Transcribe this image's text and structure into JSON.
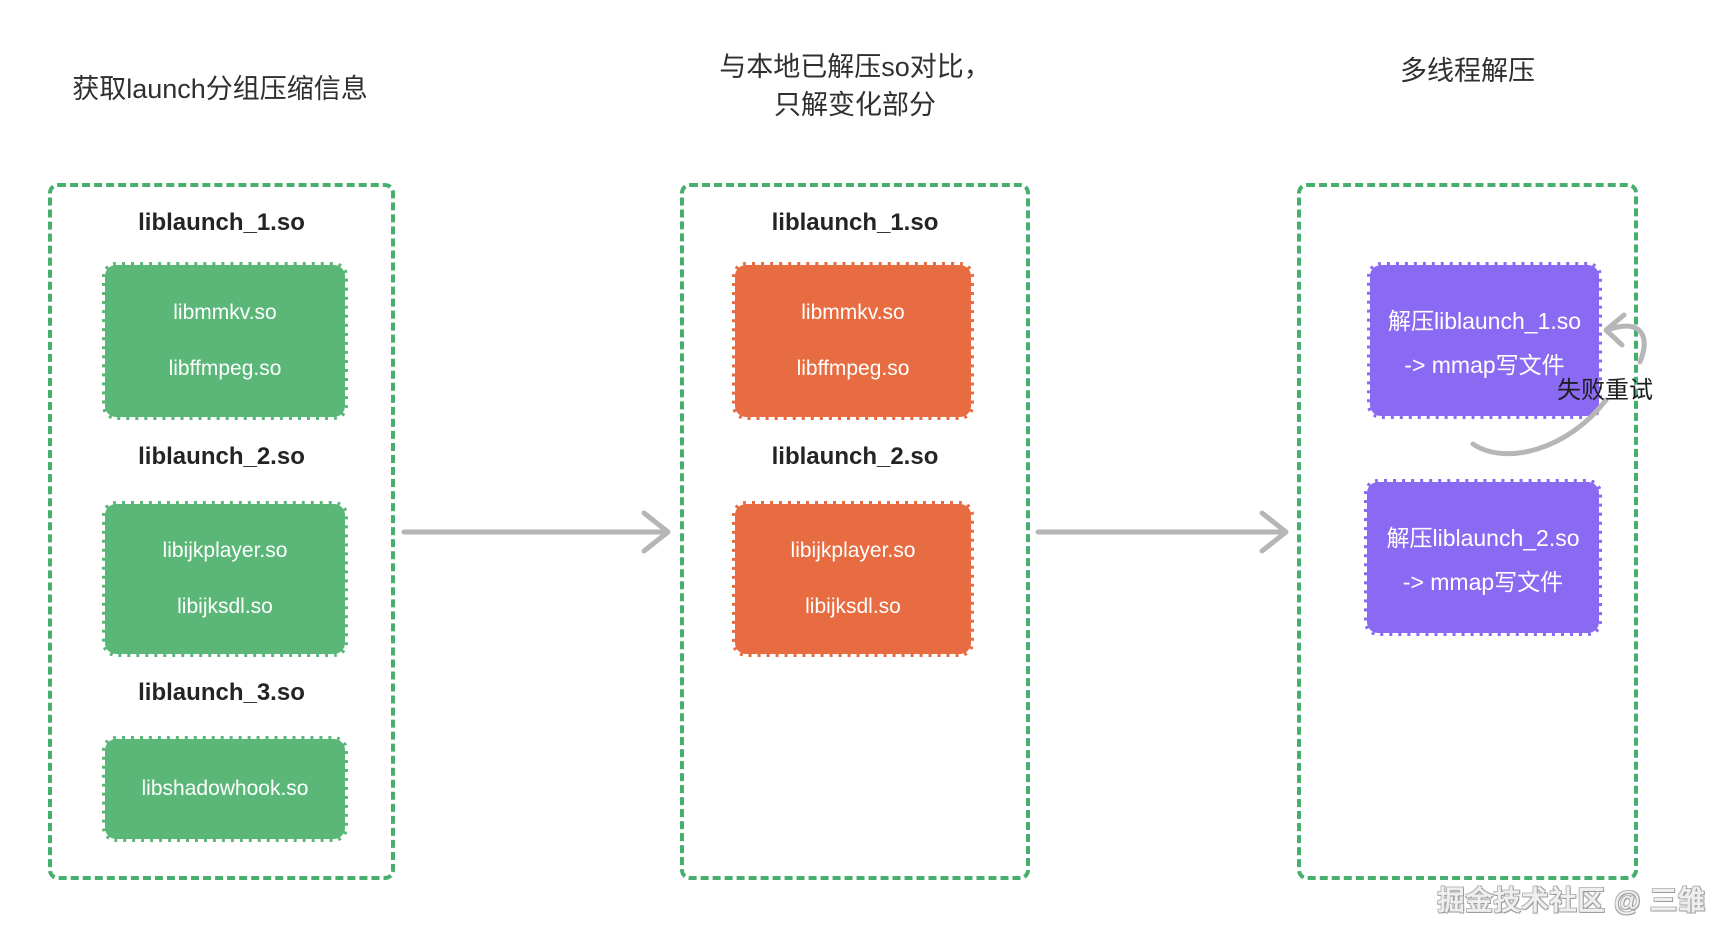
{
  "titles": {
    "left": "获取launch分组压缩信息",
    "middle_line1": "与本地已解压so对比，",
    "middle_line2": "只解变化部分",
    "right": "多线程解压"
  },
  "left_column": {
    "groups": [
      {
        "heading": "liblaunch_1.so",
        "items": [
          "libmmkv.so",
          "libffmpeg.so"
        ]
      },
      {
        "heading": "liblaunch_2.so",
        "items": [
          "libijkplayer.so",
          "libijksdl.so"
        ]
      },
      {
        "heading": "liblaunch_3.so",
        "items": [
          "libshadowhook.so"
        ]
      }
    ]
  },
  "middle_column": {
    "groups": [
      {
        "heading": "liblaunch_1.so",
        "items": [
          "libmmkv.so",
          "libffmpeg.so"
        ]
      },
      {
        "heading": "liblaunch_2.so",
        "items": [
          "libijkplayer.so",
          "libijksdl.so"
        ]
      }
    ]
  },
  "right_column": {
    "tasks": [
      {
        "line1": "解压liblaunch_1.so",
        "line2": "-> mmap写文件"
      },
      {
        "line1": "解压liblaunch_2.so",
        "line2": "-> mmap写文件"
      }
    ],
    "retry_label": "失败重试"
  },
  "watermark": "掘金技术社区 @ 三雏",
  "colors": {
    "panel_border_green": "#46af6e",
    "box_green": "#5ab778",
    "box_orange": "#e76c42",
    "box_purple": "#8a6af2",
    "arrow_gray": "#b6b6b6",
    "title_text": "#2d2f31"
  }
}
